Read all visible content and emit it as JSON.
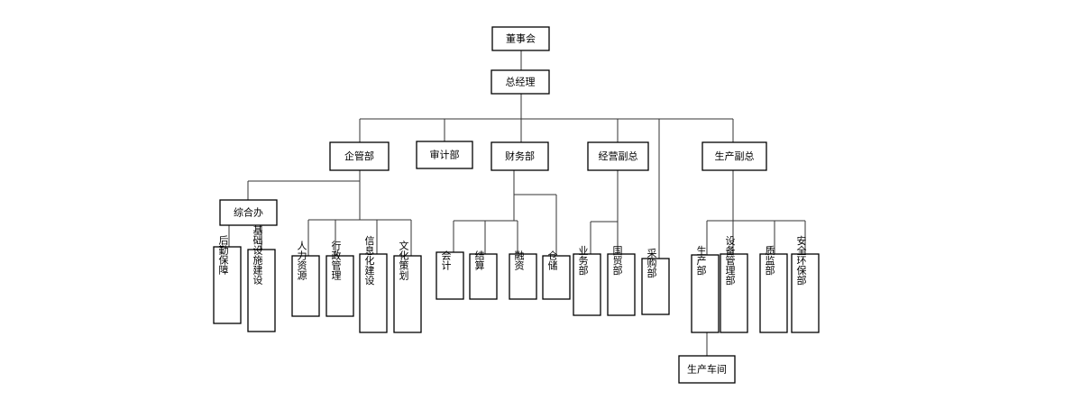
{
  "nodes": {
    "board": "董事会",
    "gm": "总经理",
    "qgb": "企管部",
    "sjb": "审计部",
    "cwb": "财务部",
    "jyfz": "经营副总",
    "scfz": "生产副总",
    "zhb": "综合办",
    "hqbz": "后勤保障",
    "jcss": "基础设施建设",
    "rlzy": "人力资源",
    "xzgl": "行政管理",
    "xxhjs": "信息化建设",
    "whch": "文化策划",
    "kj": "会计",
    "js": "结算",
    "rz": "融资",
    "cc": "仓储",
    "ywb": "业务部",
    "gmb": "国贸部",
    "cgb": "采购部",
    "scb": "生产部",
    "sbgl": "设备管理部",
    "zjb": "质监部",
    "aqhb": "安全环保部",
    "sccj": "生产车间"
  }
}
